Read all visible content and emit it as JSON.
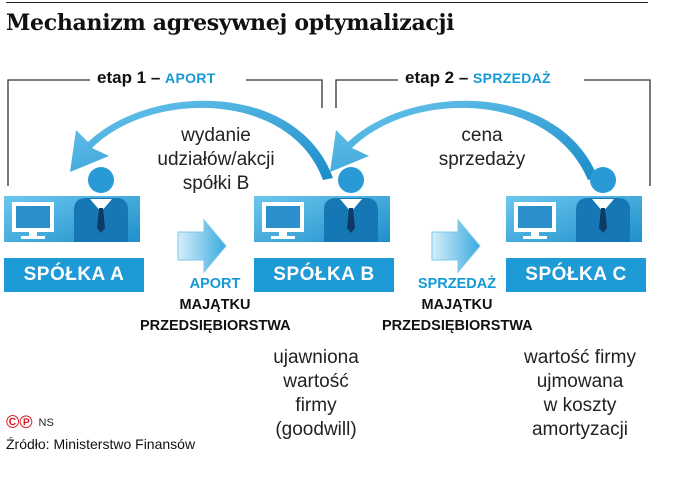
{
  "title": "Mechanizm agresywnej optymalizacji",
  "stages": [
    {
      "label": "etap 1 –",
      "accent": "APORT"
    },
    {
      "label": "etap 2 –",
      "accent": "SPRZEDAŻ"
    }
  ],
  "arrows_top": [
    {
      "text": [
        "wydanie",
        "udziałów/akcji",
        "spółki B"
      ]
    },
    {
      "text": [
        "cena",
        "sprzedaży"
      ]
    }
  ],
  "companies": [
    "SPÓŁKA A",
    "SPÓŁKA B",
    "SPÓŁKA C"
  ],
  "flows": [
    {
      "accent": "APORT",
      "lines": [
        "MAJĄTKU",
        "PRZEDSIĘBIORSTWA"
      ]
    },
    {
      "accent": "SPRZEDAŻ",
      "lines": [
        "MAJĄTKU",
        "PRZEDSIĘBIORSTWA"
      ]
    }
  ],
  "notes": [
    {
      "lines": [
        "ujawniona",
        "wartość",
        "firmy",
        "(goodwill)"
      ]
    },
    {
      "lines": [
        "wartość firmy",
        "ujmowana",
        "w koszty",
        "amortyzacji"
      ]
    }
  ],
  "copyright": {
    "symbols": "©℗",
    "credit": "NS"
  },
  "source": "Źródło: Ministerstwo Finansów",
  "colors": {
    "accent": "#1e9ad6",
    "copyright": "#d8202a"
  }
}
